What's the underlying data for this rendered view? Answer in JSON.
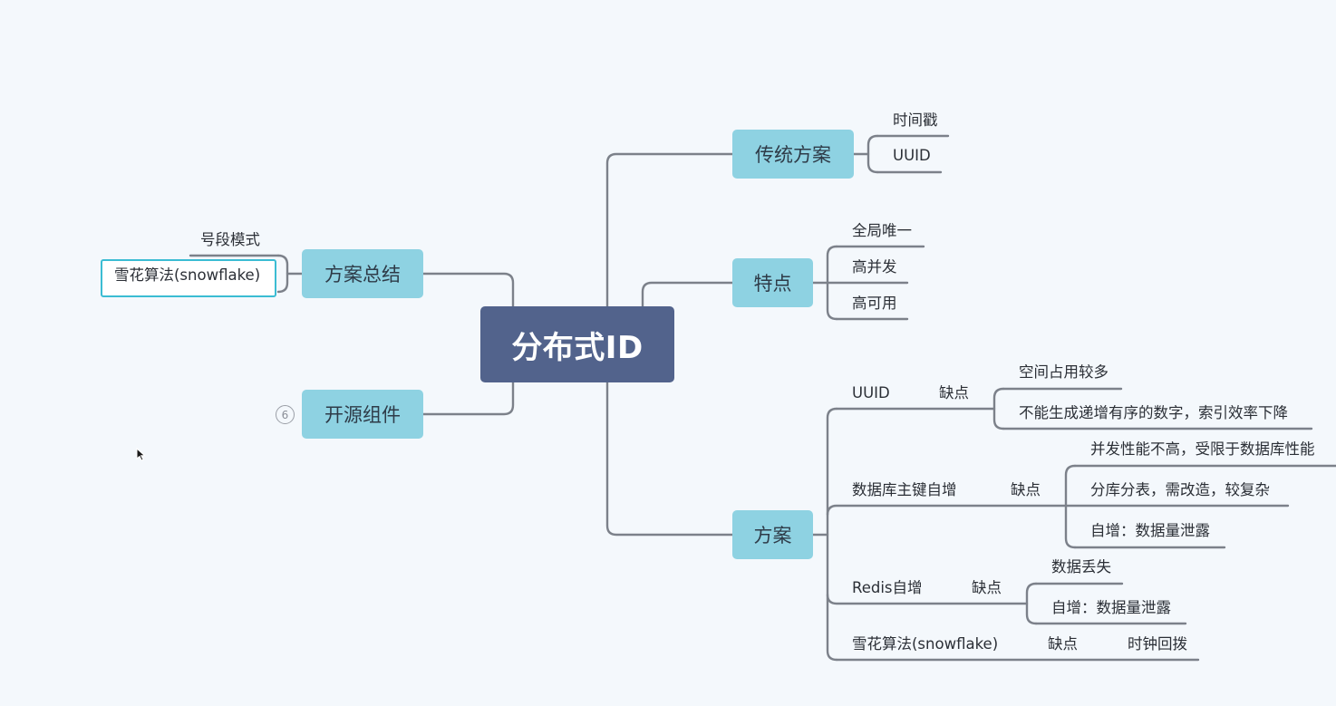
{
  "central": "分布式ID",
  "branches": {
    "traditional": {
      "title": "传统方案",
      "items": [
        "时间戳",
        "UUID"
      ]
    },
    "features": {
      "title": "特点",
      "items": [
        "全局唯一",
        "高并发",
        "高可用"
      ]
    },
    "schemes": {
      "title": "方案",
      "uuid": {
        "label": "UUID",
        "con_label": "缺点",
        "cons": [
          "空间占用较多",
          "不能生成递增有序的数字，索引效率下降"
        ]
      },
      "db": {
        "label": "数据库主键自增",
        "con_label": "缺点",
        "cons": [
          "并发性能不高，受限于数据库性能",
          "分库分表，需改造，较复杂",
          "自增：数据量泄露"
        ]
      },
      "redis": {
        "label": "Redis自增",
        "con_label": "缺点",
        "cons": [
          "数据丢失",
          "自增：数据量泄露"
        ]
      },
      "snowflake": {
        "label": "雪花算法(snowflake)",
        "con_label": "缺点",
        "cons": [
          "时钟回拨"
        ]
      }
    },
    "summary": {
      "title": "方案总结",
      "items": [
        "号段模式",
        "雪花算法(snowflake)"
      ]
    },
    "opensource": {
      "title": "开源组件",
      "collapsed_count": "6"
    }
  },
  "colors": {
    "central": "#52638c",
    "main_topic": "#8ed2e2",
    "connector": "#7c818a",
    "selection": "#3bbcd3",
    "background": "#f4f8fc"
  }
}
